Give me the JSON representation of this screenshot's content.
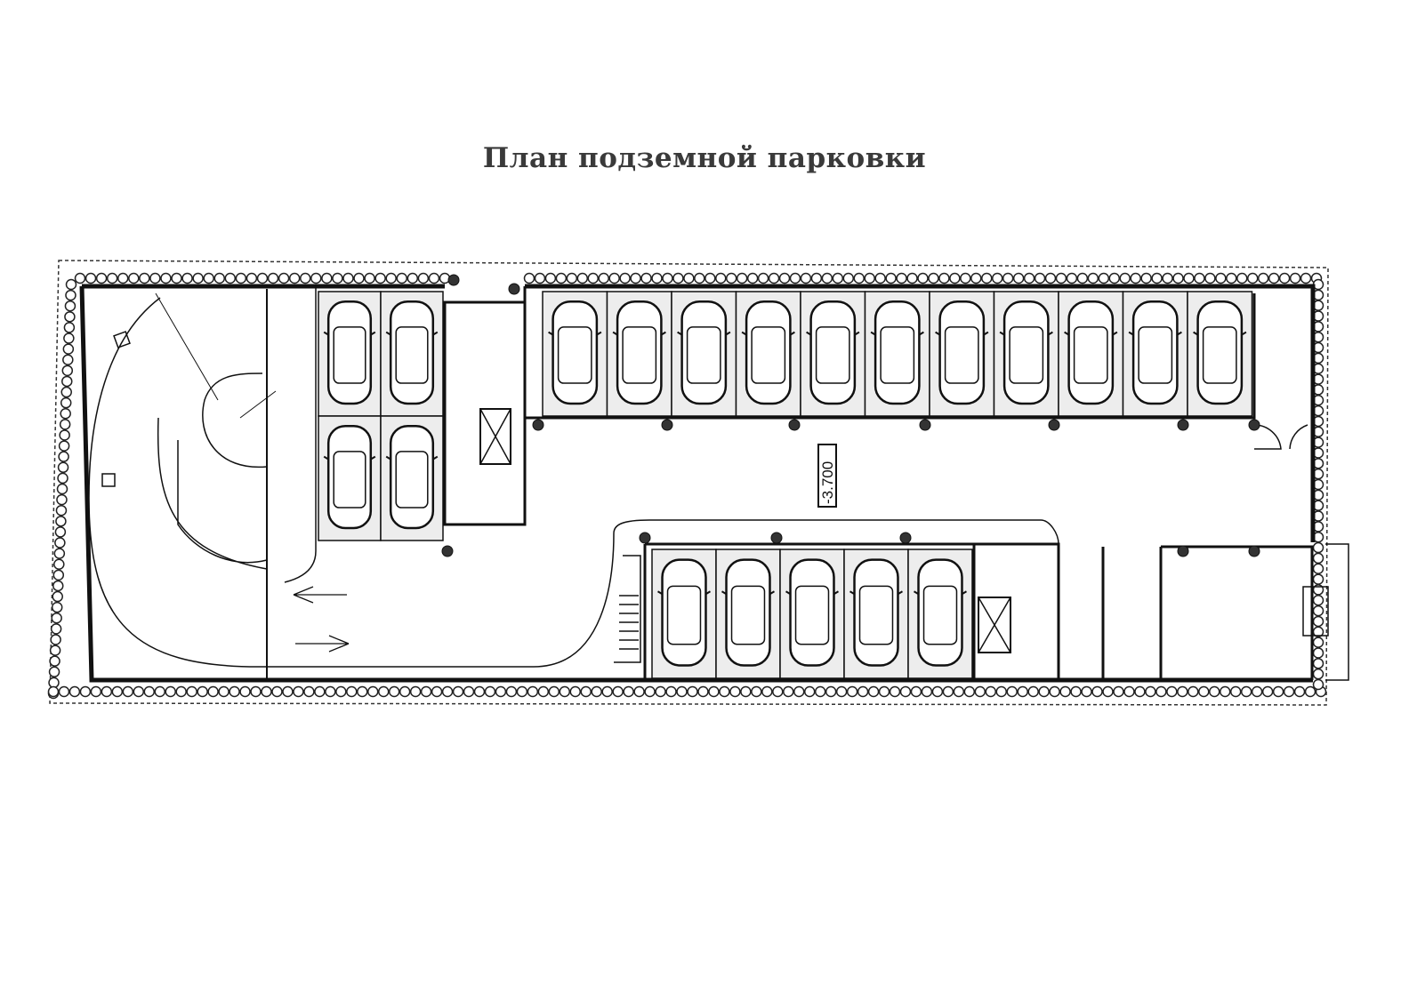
{
  "title": "План подземной парковки",
  "level_mark": "-3.700",
  "parking": {
    "top_row_spaces": 11,
    "left_block_spaces": 4,
    "bottom_row_spaces": 5
  },
  "colors": {
    "line": "#111111",
    "title": "#3a3a3a",
    "stall": "#ededed"
  }
}
